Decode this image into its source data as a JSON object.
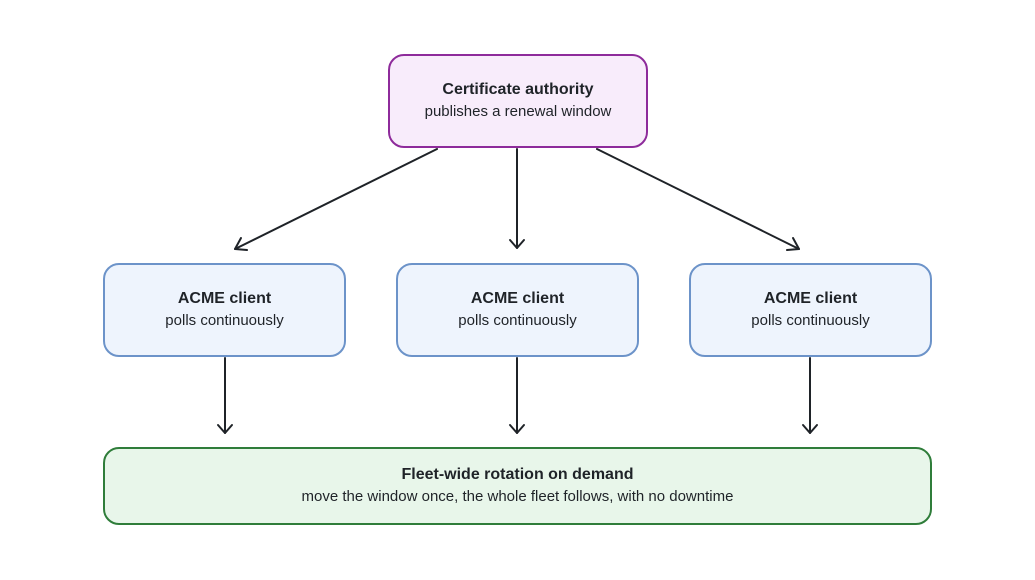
{
  "diagram": {
    "authority": {
      "title": "Certificate authority",
      "subtitle": "publishes a renewal window"
    },
    "clients": [
      {
        "title": "ACME client",
        "subtitle": "polls continuously"
      },
      {
        "title": "ACME client",
        "subtitle": "polls continuously"
      },
      {
        "title": "ACME client",
        "subtitle": "polls continuously"
      }
    ],
    "result": {
      "title": "Fleet-wide rotation on demand",
      "subtitle": "move the window once, the whole fleet follows, with no downtime"
    },
    "colors": {
      "authority_fill": "#f8ecfb",
      "authority_border": "#8e2b9b",
      "client_fill": "#eef4fd",
      "client_border": "#6c93c9",
      "result_fill": "#e8f6ea",
      "result_border": "#2f7d3a",
      "arrow": "#1f2328"
    }
  }
}
